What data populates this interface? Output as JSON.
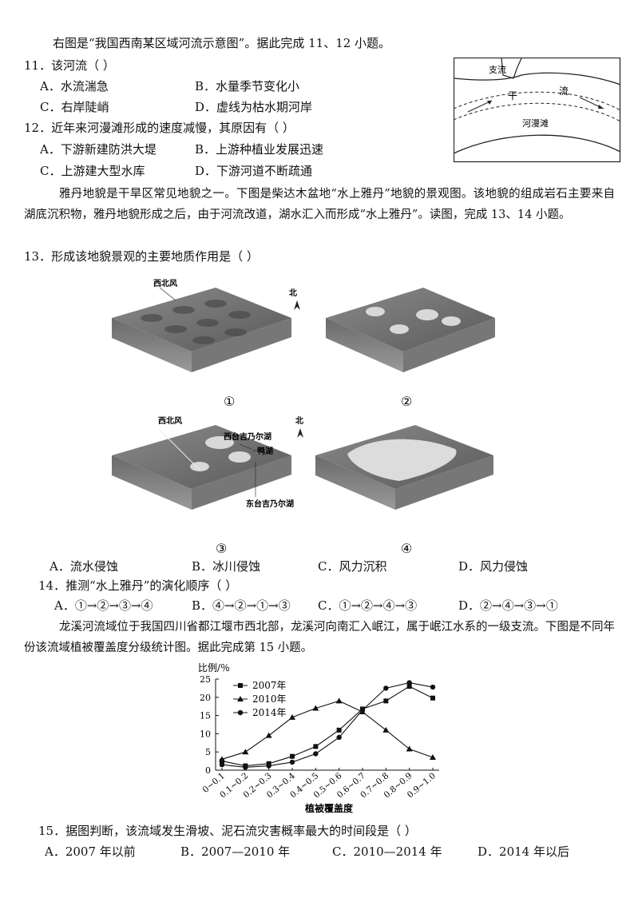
{
  "intro_q11_12": "右图是“我国西南某区域河流示意图”。据此完成 11、12 小题。",
  "q11": {
    "stem": "11．该河流（        ）",
    "A": "A．水流湍急",
    "B": "B．水量季节变化小",
    "C": "C．右岸陡峭",
    "D": "D．虚线为枯水期河岸"
  },
  "q12": {
    "stem": "12．近年来河漫滩形成的速度减慢，其原因有（        ）",
    "A": "A．下游新建防洪大堤",
    "B": "B．上游种植业发展迅速",
    "C": "C．上游建大型水库",
    "D": "D．下游河道不断疏通"
  },
  "river_figure": {
    "tributary": "支流",
    "main1": "干",
    "main2": "流",
    "floodplain": "河漫滩"
  },
  "intro_q13_14": "雅丹地貌是干旱区常见地貌之一。下图是柴达木盆地“水上雅丹”地貌的景观图。该地貌的组成岩石主要来自湖底沉积物，雅丹地貌形成之后，由于河流改道，湖水汇入而形成“水上雅丹”。读图，完成 13、14 小题。",
  "q13": {
    "stem": "13．形成该地貌景观的主要地质作用是（          ）",
    "A": "A．流水侵蚀",
    "B": "B．冰川侵蚀",
    "C": "C．风力沉积",
    "D": "D．风力侵蚀"
  },
  "yardang_figure": {
    "wind1": "西北风",
    "north1": "北",
    "label1": "①",
    "label2": "②",
    "wind3": "西北风",
    "north3": "北",
    "lake_west": "西台吉乃尔湖",
    "lake_duck": "鸭湖",
    "lake_east": "东台吉乃尔湖",
    "label3": "③",
    "label4": "④"
  },
  "q14": {
    "stem": "14．推测“水上雅丹”的演化顺序（        ）",
    "A": "A．①→②→③→④",
    "B": "B．④→②→①→③",
    "C": "C．①→②→④→③",
    "D": "D．②→④→③→①"
  },
  "intro_q15": "龙溪河流域位于我国四川省都江堰市西北部，龙溪河向南汇入岷江，属于岷江水系的一级支流。下图是不同年份该流域植被覆盖度分级统计图。据此完成第 15 小题。",
  "chart_data": {
    "type": "line",
    "ylabel": "比例/％",
    "xlabel": "植被覆盖度",
    "ylim": [
      0,
      25
    ],
    "yticks": [
      "0",
      "5",
      "10",
      "15",
      "20",
      "25"
    ],
    "categories": [
      "0~0.1",
      "0.1~0.2",
      "0.2~0.3",
      "0.3~0.4",
      "0.4~0.5",
      "0.5~0.6",
      "0.6~0.7",
      "0.7~0.8",
      "0.8~0.9",
      "0.9~1.0"
    ],
    "legend_position": "top-left",
    "series": [
      {
        "name": "2007年",
        "marker": "square",
        "values": [
          2.5,
          1.2,
          1.8,
          3.8,
          6.5,
          11.0,
          16.8,
          19.0,
          23.0,
          19.8
        ]
      },
      {
        "name": "2010年",
        "marker": "triangle",
        "values": [
          3.0,
          5.0,
          9.5,
          14.5,
          17.0,
          19.0,
          16.0,
          11.0,
          5.8,
          3.5
        ]
      },
      {
        "name": "2014年",
        "marker": "circle",
        "values": [
          1.5,
          0.8,
          1.2,
          2.2,
          4.5,
          9.0,
          16.5,
          22.5,
          24.0,
          22.8
        ]
      }
    ]
  },
  "q15": {
    "stem": "15．据图判断，该流域发生滑坡、泥石流灾害概率最大的时间段是（          ）",
    "A": "A．2007 年以前",
    "B": "B．2007—2010 年",
    "C": "C．2010—2014 年",
    "D": "D．2014 年以后"
  }
}
